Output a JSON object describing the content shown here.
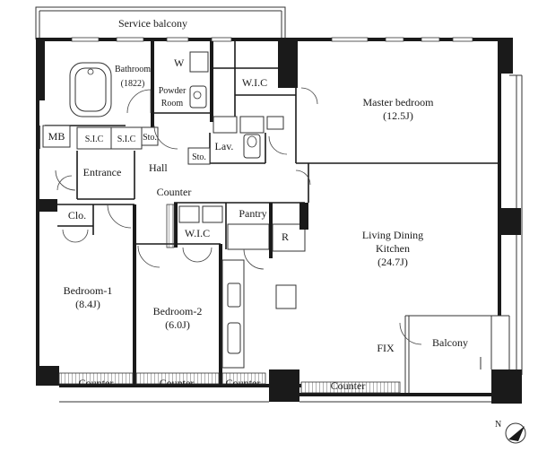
{
  "rooms": {
    "service_balcony": "Service balcony",
    "bathroom": "Bathroom",
    "bathroom_size": "(1822)",
    "w": "W",
    "powder_room_1": "Powder",
    "powder_room_2": "Room",
    "wic_master": "W.I.C",
    "master_bedroom": "Master bedroom",
    "master_bedroom_size": "(12.5J)",
    "mb": "MB",
    "sic_1": "S.I.C",
    "sic_2": "S.I.C",
    "sto_1": "Sto.",
    "sto_2": "Sto.",
    "lav": "Lav.",
    "hall": "Hall",
    "entrance": "Entrance",
    "counter_hall": "Counter",
    "clo": "Clo.",
    "wic_center": "W.I.C",
    "pantry": "Pantry",
    "r": "R",
    "ldk_1": "Living Dining",
    "ldk_2": "Kitchen",
    "ldk_size": "(24.7J)",
    "bedroom1": "Bedroom-1",
    "bedroom1_size": "(8.4J)",
    "bedroom2": "Bedroom-2",
    "bedroom2_size": "(6.0J)",
    "fix": "FIX",
    "balcony": "Balcony",
    "counter_b1": "Counter",
    "counter_b2": "Counter",
    "counter_k": "Counter",
    "counter_l": "Counter"
  },
  "compass": {
    "label": "N"
  }
}
